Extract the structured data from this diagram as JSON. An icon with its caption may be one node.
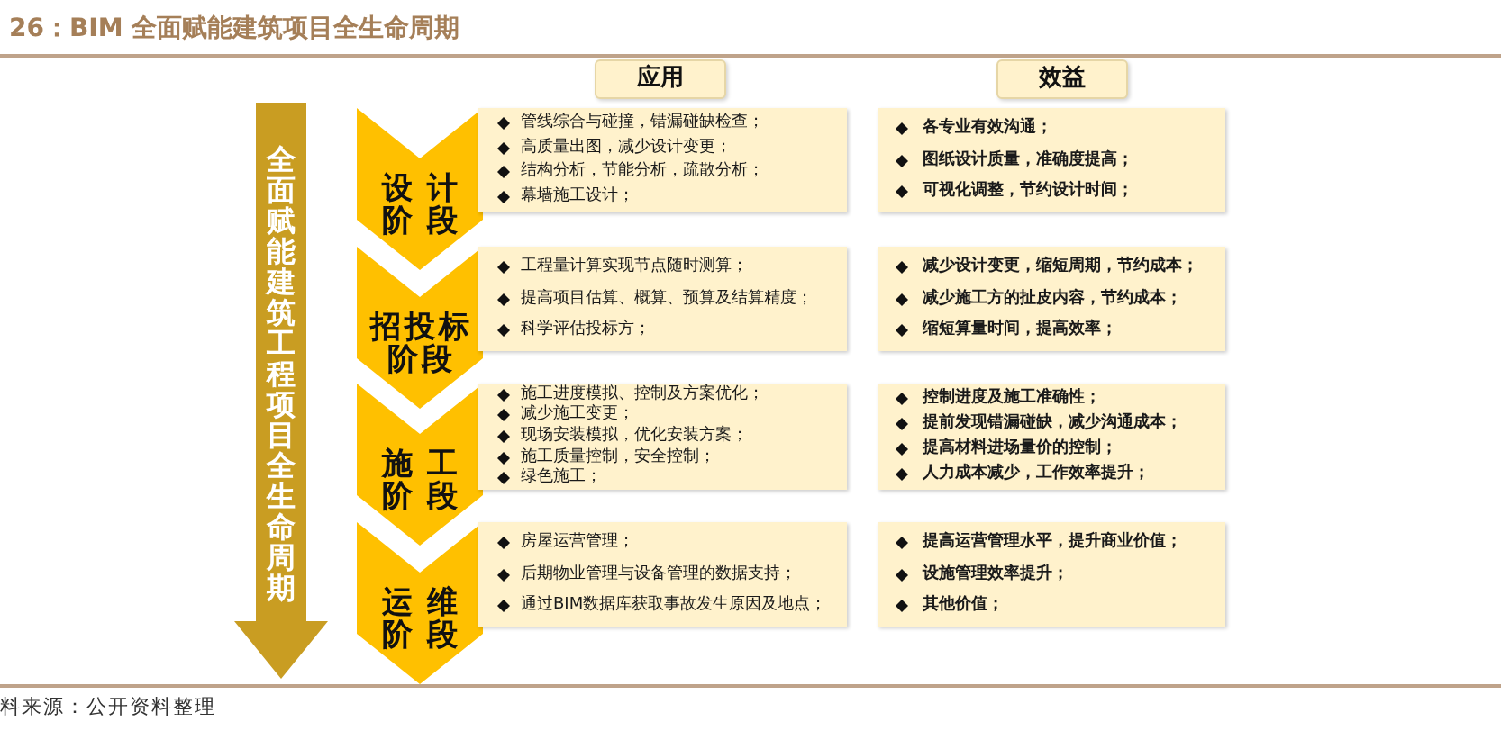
{
  "diagram": {
    "title": "26：BIM 全面赋能建筑项目全生命周期",
    "caption": "料来源：公开资料整理",
    "nodes": [
      {
        "text": [
          "应用"
        ]
      },
      {
        "text": [
          "效益"
        ]
      },
      {
        "text": [
          "全面赋能建筑工程项目全生命周期"
        ]
      },
      {
        "text": [
          "设计阶段"
        ]
      },
      {
        "text": [
          "管线综合与碰撞，错漏碰缺检查；",
          "高质量出图，减少设计变更；",
          "结构分析，节能分析，疏散分析；",
          "幕墙施工设计；"
        ]
      },
      {
        "text": [
          "各专业有效沟通；",
          "图纸设计质量，准确度提高；",
          "可视化调整，节约设计时间；"
        ]
      },
      {
        "text": [
          "招投标阶段"
        ]
      },
      {
        "text": [
          "工程量计算实现节点随时测算；",
          "提高项目估算、概算、预算及结算精度；",
          "科学评估投标方；"
        ]
      },
      {
        "text": [
          "减少设计变更，缩短周期，节约成本；",
          "减少施工方的扯皮内容，节约成本；",
          "缩短算量时间，提高效率；"
        ]
      },
      {
        "text": [
          "施工阶段"
        ]
      },
      {
        "text": [
          "施工进度模拟、控制及方案优化；",
          "减少施工变更；",
          "现场安装模拟，优化安装方案；",
          "施工质量控制，安全控制；",
          "绿色施工；"
        ]
      },
      {
        "text": [
          "控制进度及施工准确性；",
          "提前发现错漏碰缺，减少沟通成本；",
          "提高材料进场量价的控制；",
          "人力成本减少，工作效率提升；"
        ]
      },
      {
        "text": [
          "运维阶段"
        ]
      },
      {
        "text": [
          "房屋运营管理；",
          "后期物业管理与设备管理的数据支持；",
          "通过BIM数据库获取事故发生原因及地点；"
        ]
      },
      {
        "text": [
          "提高运营管理水平，提升商业价值；",
          "设施管理效率提升；",
          "其他价值；"
        ]
      }
    ]
  }
}
